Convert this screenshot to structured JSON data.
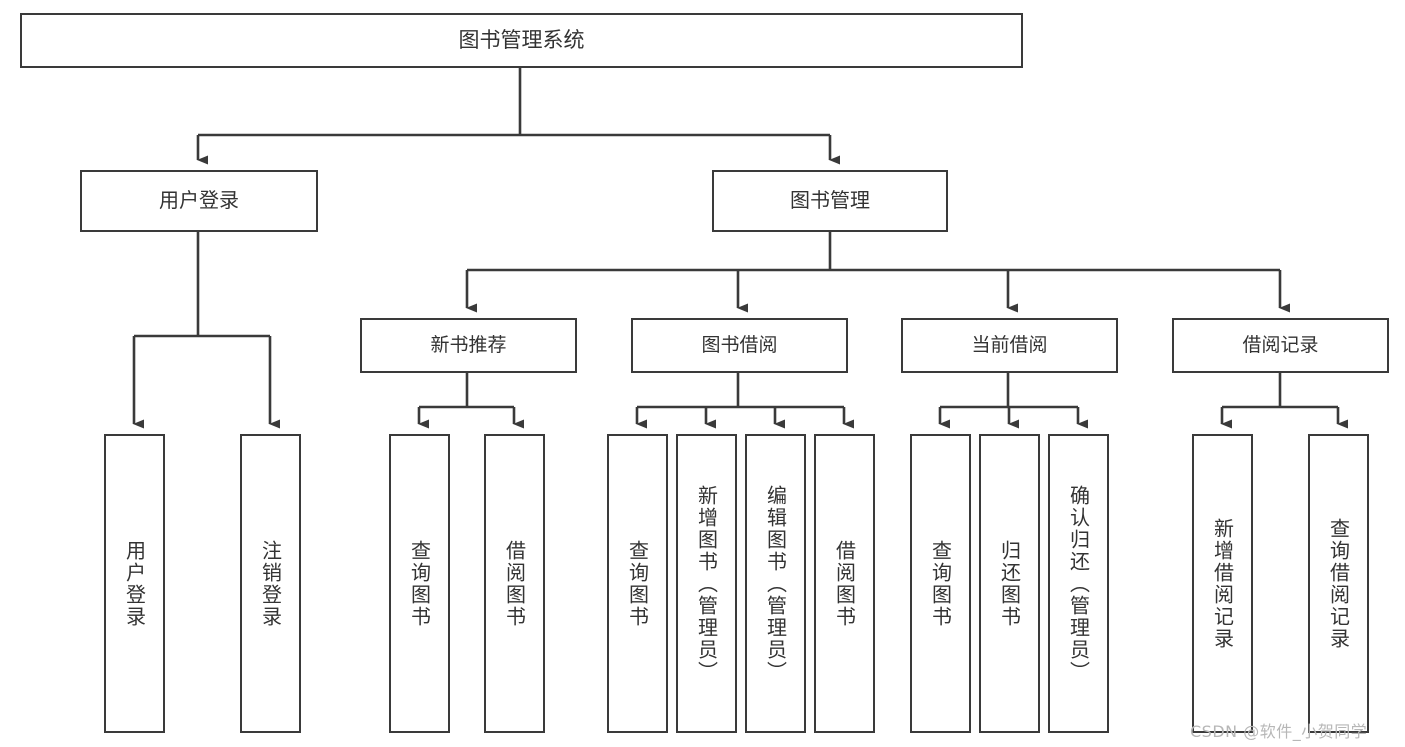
{
  "diagram": {
    "title": "图书管理系统",
    "type": "hierarchy-tree",
    "orientation": "top-down",
    "style": {
      "box_stroke": "#3a3a3a",
      "box_fill": "#ffffff",
      "text_color": "#333333",
      "edge_color": "#3a3a3a",
      "background": "#ffffff"
    },
    "nodes": {
      "root": {
        "label": "图书管理系统"
      },
      "level1": [
        {
          "id": "user-login",
          "label": "用户登录"
        },
        {
          "id": "book-management",
          "label": "图书管理"
        }
      ],
      "level2": [
        {
          "id": "new-book-recommend",
          "label": "新书推荐",
          "parent": "book-management"
        },
        {
          "id": "book-borrow",
          "label": "图书借阅",
          "parent": "book-management"
        },
        {
          "id": "current-borrow",
          "label": "当前借阅",
          "parent": "book-management"
        },
        {
          "id": "borrow-record",
          "label": "借阅记录",
          "parent": "book-management"
        }
      ],
      "leaves": [
        {
          "id": "leaf-user-login",
          "label": "用户登录",
          "parent": "user-login"
        },
        {
          "id": "leaf-logout-login",
          "label": "注销登录",
          "parent": "user-login"
        },
        {
          "id": "leaf-query-book-1",
          "label": "查询图书",
          "parent": "new-book-recommend"
        },
        {
          "id": "leaf-borrow-book-1",
          "label": "借阅图书",
          "parent": "new-book-recommend"
        },
        {
          "id": "leaf-query-book-2",
          "label": "查询图书",
          "parent": "book-borrow"
        },
        {
          "id": "leaf-add-book",
          "label": "新增图书（管理员）",
          "parent": "book-borrow"
        },
        {
          "id": "leaf-edit-book",
          "label": "编辑图书（管理员）",
          "parent": "book-borrow"
        },
        {
          "id": "leaf-borrow-book-2",
          "label": "借阅图书",
          "parent": "book-borrow"
        },
        {
          "id": "leaf-query-book-3",
          "label": "查询图书",
          "parent": "current-borrow"
        },
        {
          "id": "leaf-return-book",
          "label": "归还图书",
          "parent": "current-borrow"
        },
        {
          "id": "leaf-confirm-return",
          "label": "确认归还（管理员）",
          "parent": "current-borrow"
        },
        {
          "id": "leaf-add-record",
          "label": "新增借阅记录",
          "parent": "borrow-record"
        },
        {
          "id": "leaf-query-record",
          "label": "查询借阅记录",
          "parent": "borrow-record"
        }
      ]
    }
  },
  "watermark": {
    "text": "CSDN @软件_小贺同学"
  }
}
